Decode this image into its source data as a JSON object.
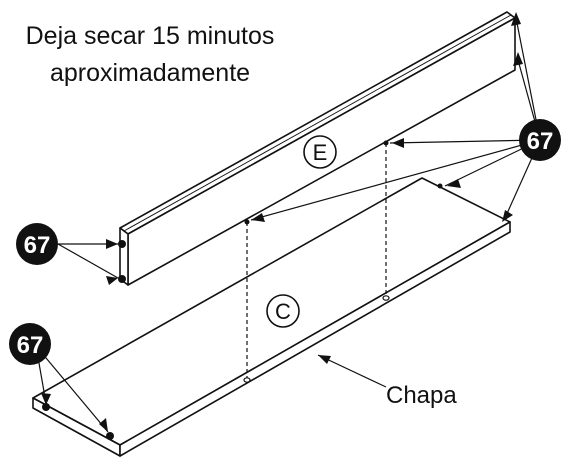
{
  "instruction": {
    "line1": "Deja secar 15 minutos",
    "line2": "aproximadamente"
  },
  "labels": {
    "panel_e": "E",
    "panel_c": "C",
    "part": "Chapa",
    "callout": "67"
  },
  "colors": {
    "line": "#111111",
    "badge": "#111111",
    "background": "#ffffff"
  }
}
